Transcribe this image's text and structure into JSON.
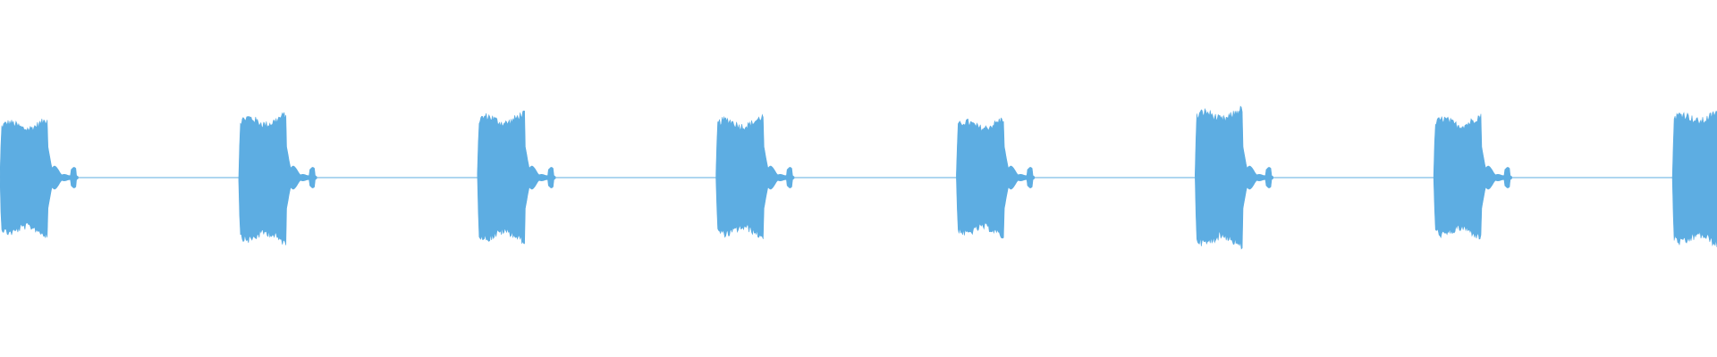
{
  "waveform": {
    "color": "#5dade2",
    "background": "#ffffff",
    "bursts": [
      {
        "start": 0.0,
        "peak_hi": 0.78,
        "peak_lo": 0.78
      },
      {
        "start": 0.139,
        "peak_hi": 0.85,
        "peak_lo": 0.88
      },
      {
        "start": 0.278,
        "peak_hi": 0.87,
        "peak_lo": 0.86
      },
      {
        "start": 0.417,
        "peak_hi": 0.82,
        "peak_lo": 0.8
      },
      {
        "start": 0.557,
        "peak_hi": 0.79,
        "peak_lo": 0.79
      },
      {
        "start": 0.696,
        "peak_hi": 0.93,
        "peak_lo": 0.93
      },
      {
        "start": 0.835,
        "peak_hi": 0.83,
        "peak_lo": 0.81
      },
      {
        "start": 0.974,
        "peak_hi": 0.9,
        "peak_lo": 0.92
      }
    ],
    "burst_length": 0.0275,
    "tail_length": 0.018,
    "baseline_level": 0.012
  }
}
